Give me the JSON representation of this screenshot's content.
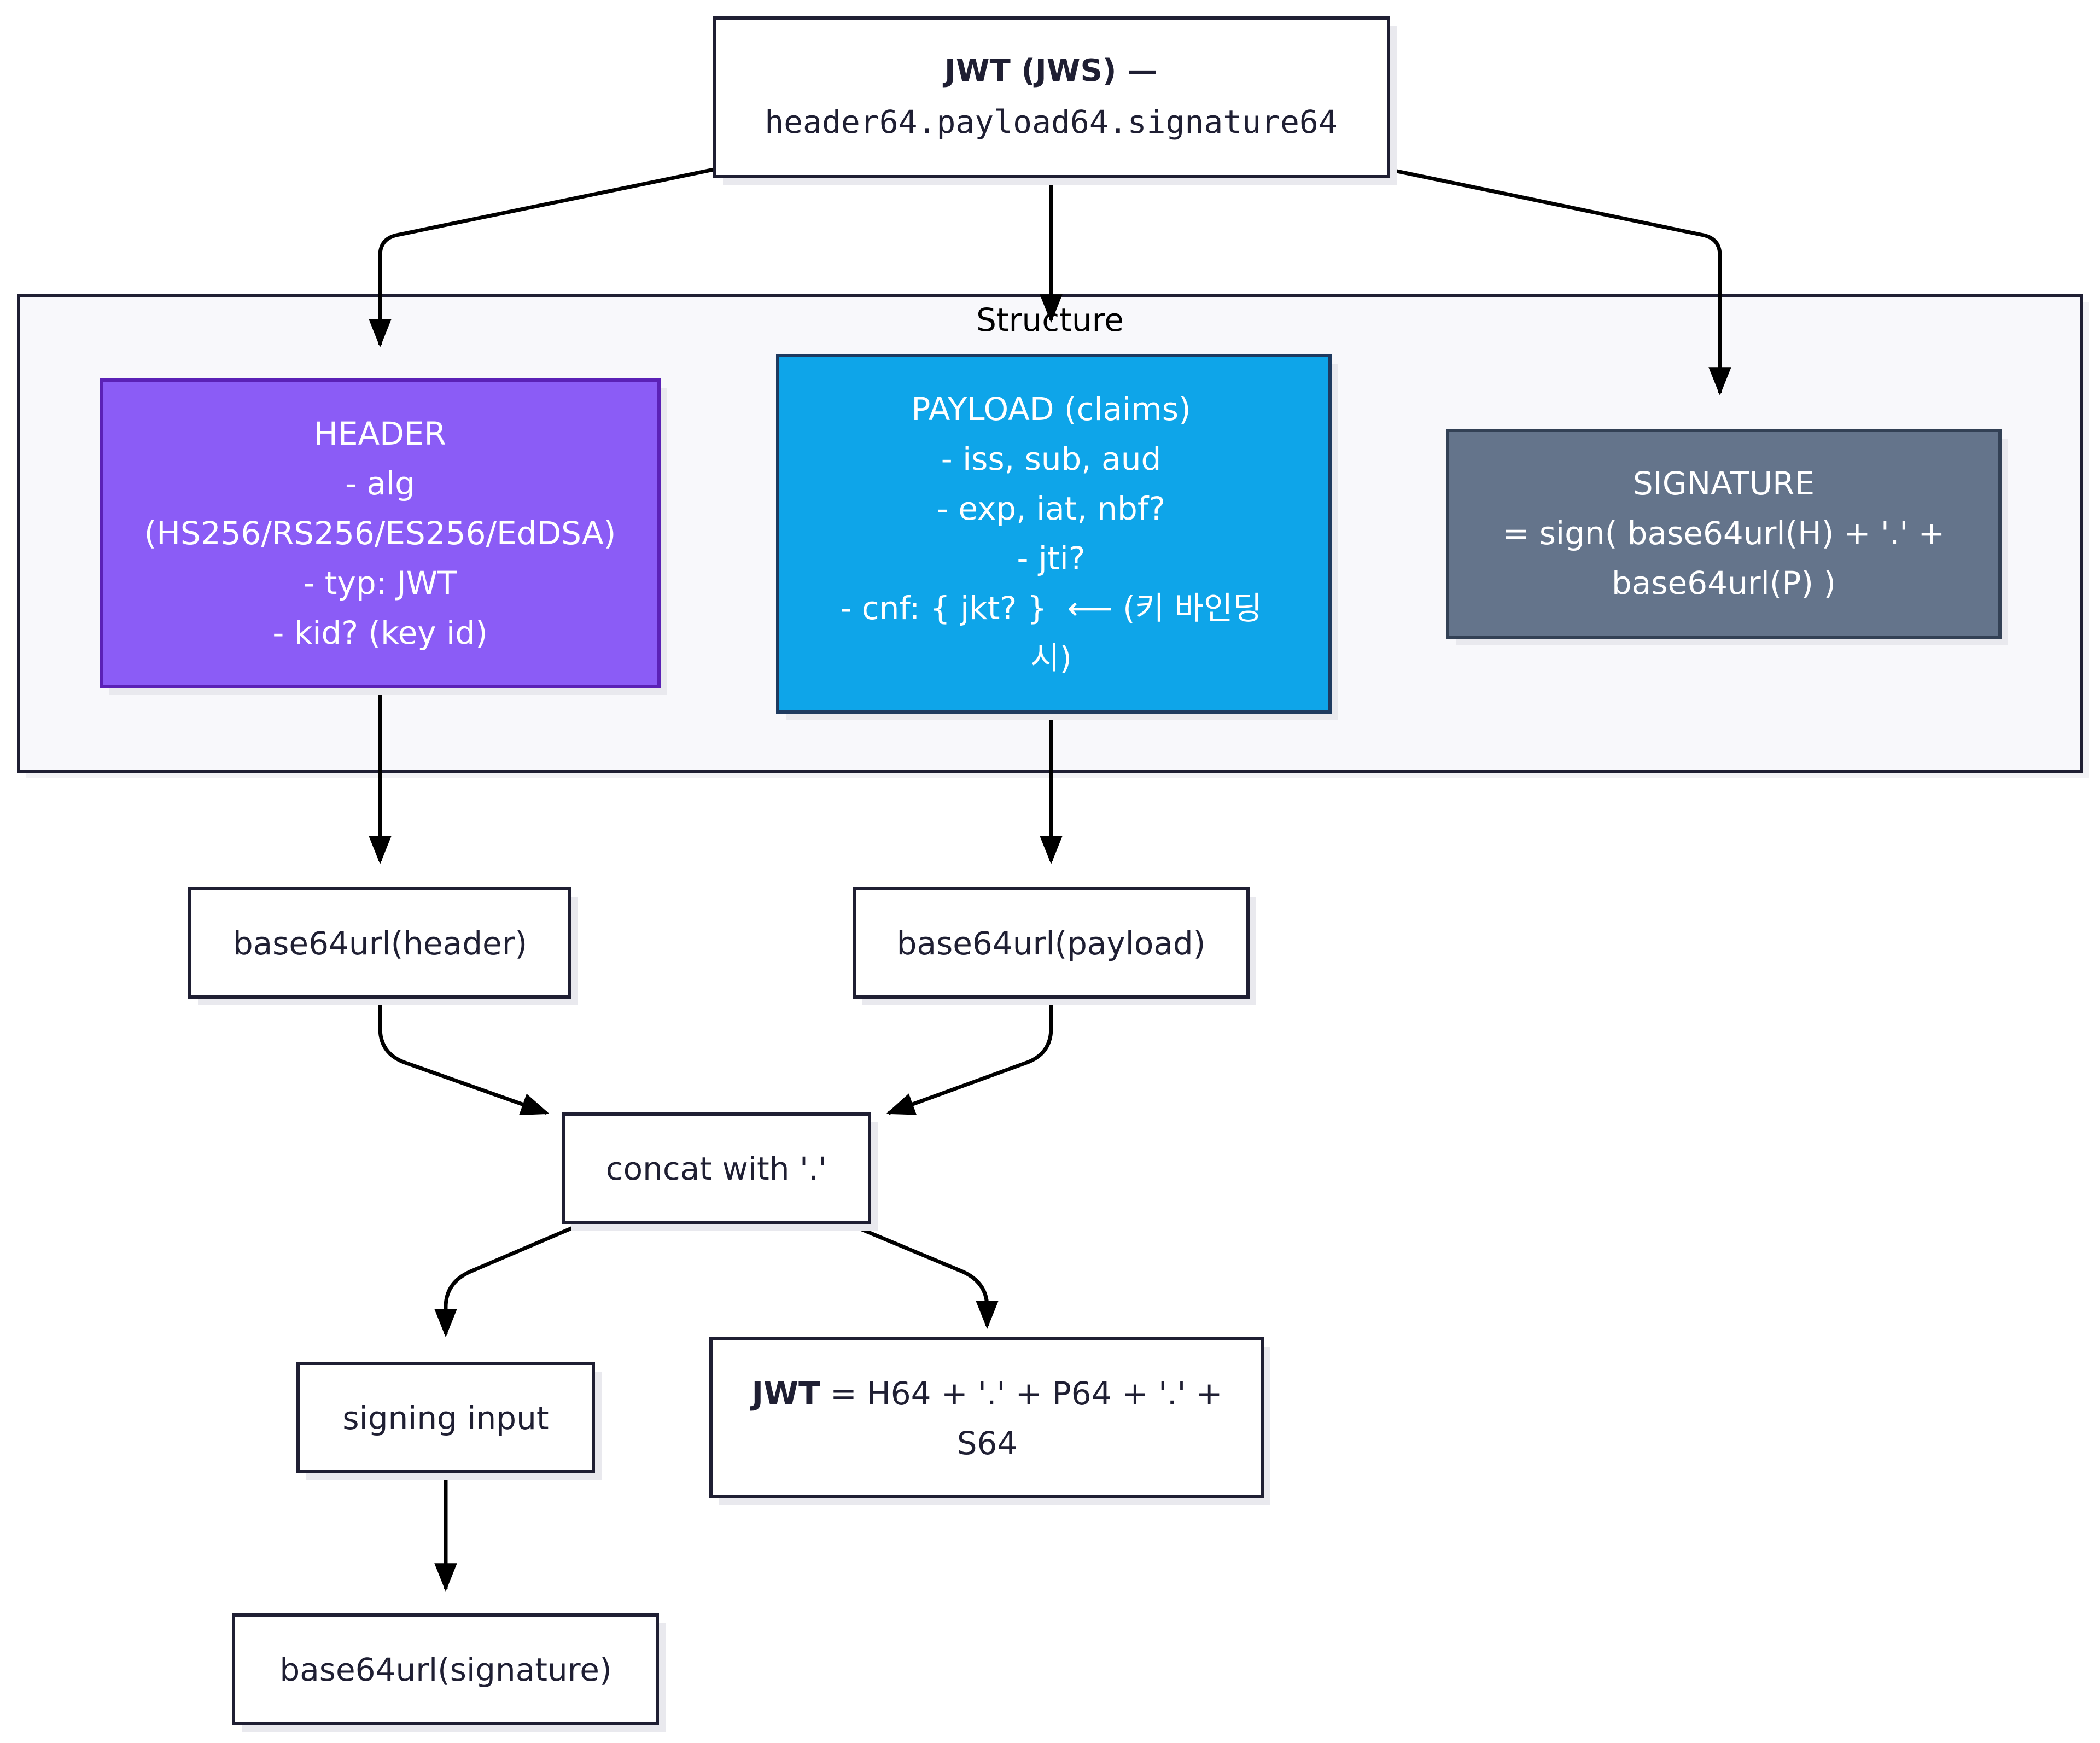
{
  "top_node": {
    "title": "JWT (JWS) —",
    "subtitle": "header64.payload64.signature64"
  },
  "group": {
    "label": "Structure"
  },
  "header_node": {
    "lines": [
      "HEADER",
      "- alg",
      "(HS256/RS256/ES256/EdDSA)",
      "- typ: JWT",
      "- kid? (key id)"
    ]
  },
  "payload_node": {
    "lines": [
      "PAYLOAD (claims)",
      "- iss, sub, aud",
      "- exp, iat, nbf?",
      "- jti?",
      "- cnf: { jkt? }  ⟵ (키 바인딩",
      "시)"
    ]
  },
  "signature_node": {
    "lines": [
      "SIGNATURE",
      "= sign( base64url(H) + '.' +",
      "base64url(P) )"
    ]
  },
  "b64_header": {
    "label": "base64url(header)"
  },
  "b64_payload": {
    "label": "base64url(payload)"
  },
  "concat": {
    "label": "concat with '.'"
  },
  "signing_input": {
    "label": "signing input"
  },
  "jwt_result": {
    "bold": "JWT",
    "rest_line1": " = H64 + '.' + P64 + '.' +",
    "line2": "S64"
  },
  "b64_signature": {
    "label": "base64url(signature)"
  },
  "colors": {
    "header_fill": "#8b5cf6",
    "header_stroke": "#5b21b6",
    "payload_fill": "#0ea5e9",
    "payload_stroke": "#1e3a5f",
    "signature_fill": "#64748b",
    "signature_stroke": "#334155",
    "group_fill": "#f8f8fb",
    "stroke": "#1f1f33",
    "text_dark": "#1f1f33",
    "text_light": "#ffffff"
  }
}
